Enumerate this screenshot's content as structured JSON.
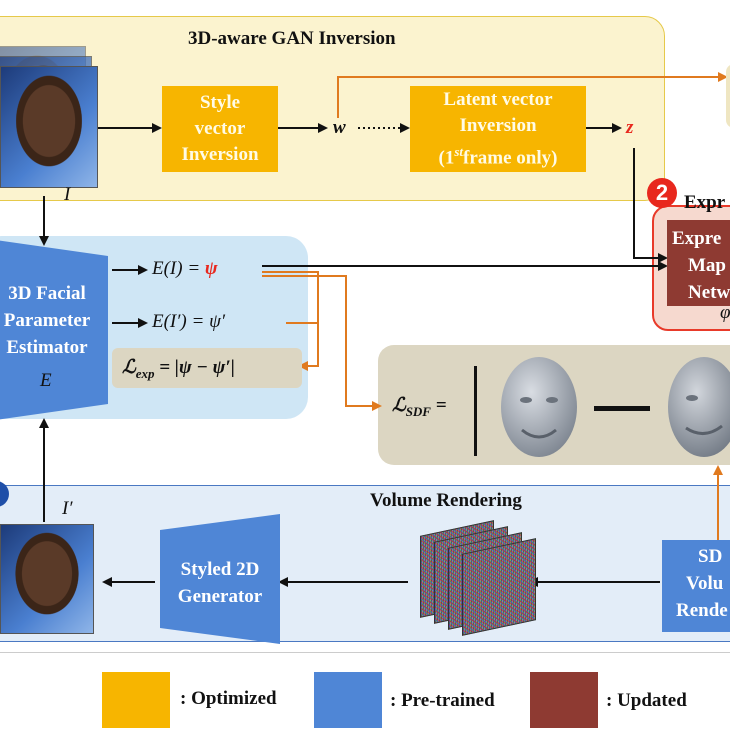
{
  "gan_inversion": {
    "title": "3D-aware GAN Inversion",
    "style_box": [
      "Style",
      "vector",
      "Inversion"
    ],
    "latent_box_line1": "Latent vector",
    "latent_box_line2": "Inversion",
    "latent_box_line3_prefix": "(1",
    "latent_box_line3_sup": "st",
    "latent_box_line3_suffix": "frame only)",
    "w_label": "w",
    "z_label": "z",
    "input_label": "I"
  },
  "estimator": {
    "lines": [
      "3D Facial",
      "Parameter",
      "Estimator"
    ],
    "symbol": "E",
    "eq1_lhs": "E(I) = ",
    "eq1_rhs": "ψ",
    "eq2": "E(I′) = ψ′",
    "loss_exp": "ℒexp = |ψ − ψ′|"
  },
  "expression": {
    "badge": "2",
    "title": "Expr",
    "lines": [
      "Expre",
      "Map",
      "Netw"
    ],
    "symbol": "φ"
  },
  "sdf": {
    "loss": "ℒSDF ="
  },
  "rendering": {
    "title": "Volume Rendering",
    "output_label": "I′",
    "generator": [
      "Styled 2D",
      "Generator"
    ],
    "sdf_volume": [
      "SD",
      "Volu",
      "Rende"
    ]
  },
  "legend": [
    {
      "label": ": Optimized",
      "color": "#f7b500"
    },
    {
      "label": ": Pre-trained",
      "color": "#4f86d6"
    },
    {
      "label": ": Updated",
      "color": "#8e3a32"
    }
  ],
  "colors": {
    "optimized": "#f7b500",
    "pretrained": "#4f86d6",
    "updated": "#8e3a32",
    "loss_arrow": "#e07a1f",
    "highlight": "#e8281e"
  }
}
